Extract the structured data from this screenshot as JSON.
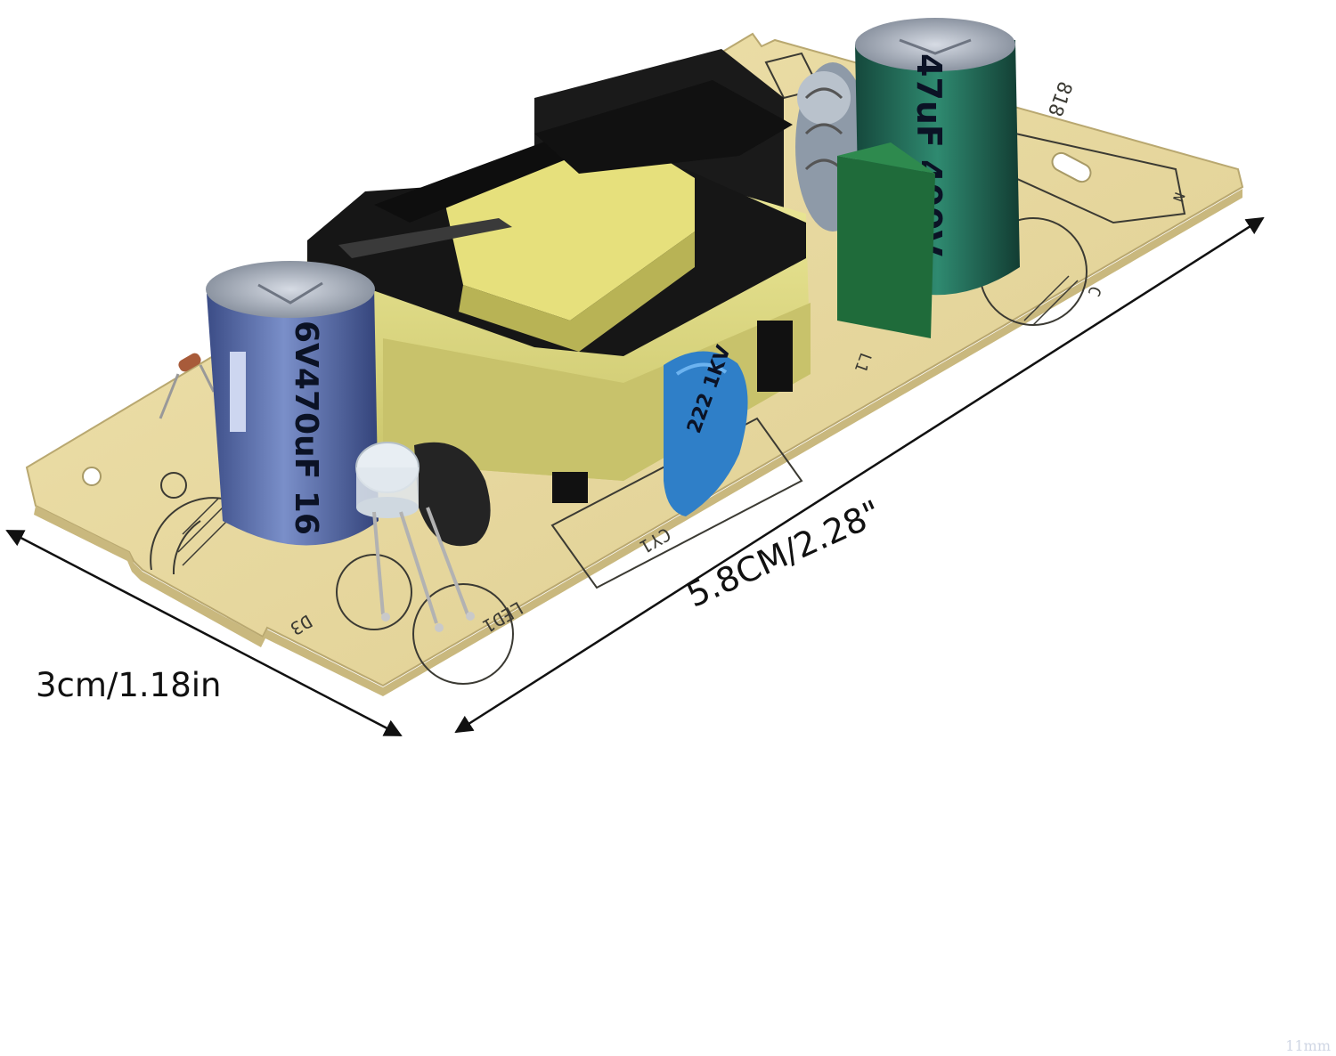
{
  "dimensions": {
    "width_label": "3cm/1.18in",
    "length_label": "5.8CM/2.28\""
  },
  "components": {
    "capacitor_left": {
      "marking": "6V470uF 16",
      "color": "#4a5f9e"
    },
    "capacitor_right": {
      "marking": "47uF 400V",
      "color": "#1f6b5a"
    },
    "ceramic_capacitor": {
      "marking": "222 1KV",
      "color": "#2f7fc8"
    },
    "film_capacitor": {
      "color": "#1f6b3a"
    },
    "transformer": {
      "bobbin_color": "#e2e08c",
      "core_color": "#1a1a1a"
    }
  },
  "silkscreen": {
    "led": "LED1",
    "cy": "CY1",
    "d": "D3",
    "board_id": "818",
    "n": "N",
    "c": "C",
    "l": "L1"
  },
  "colors": {
    "pcb": "#e8d9a3",
    "arrow": "#111111",
    "background": "#ffffff"
  },
  "watermark": "11mm"
}
